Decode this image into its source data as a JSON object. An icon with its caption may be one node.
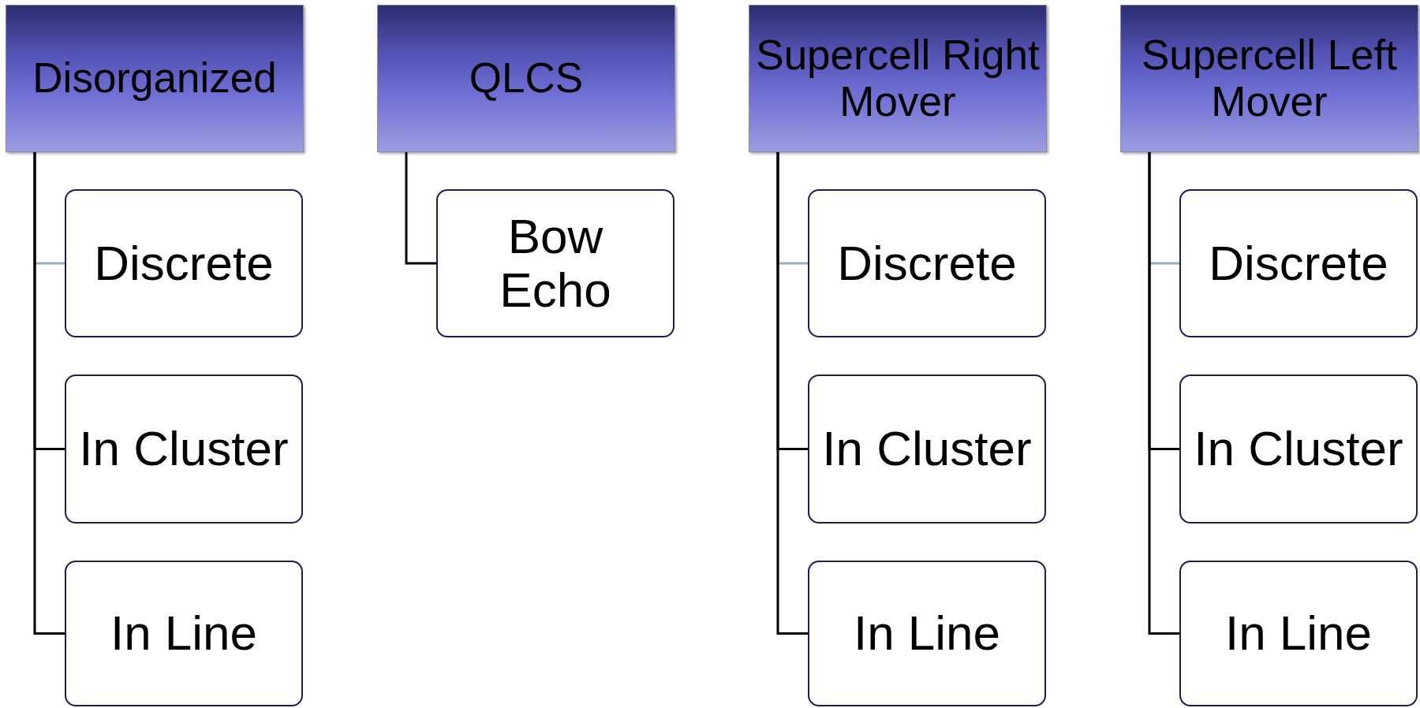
{
  "diagram": {
    "nodes": [
      {
        "text": [
          "Disorganized"
        ]
      },
      {
        "text": [
          "Discrete"
        ]
      },
      {
        "text": [
          "In Cluster"
        ]
      },
      {
        "text": [
          "In Line"
        ]
      },
      {
        "text": [
          "QLCS"
        ]
      },
      {
        "text": [
          "Bow Echo"
        ]
      },
      {
        "text": [
          "Supercell Right Mover"
        ]
      },
      {
        "text": [
          "Discrete"
        ]
      },
      {
        "text": [
          "In Cluster"
        ]
      },
      {
        "text": [
          "In Line"
        ]
      },
      {
        "text": [
          "Supercell Left Mover"
        ]
      },
      {
        "text": [
          "Discrete"
        ]
      },
      {
        "text": [
          "In Cluster"
        ]
      },
      {
        "text": [
          "In Line"
        ]
      }
    ],
    "edges": [
      {
        "from": 0,
        "to": 1,
        "arrow": "none",
        "color": "#95b0b8"
      },
      {
        "from": 0,
        "to": 2,
        "arrow": "none"
      },
      {
        "from": 0,
        "to": 3,
        "arrow": "none"
      },
      {
        "from": 4,
        "to": 5,
        "arrow": "none"
      },
      {
        "from": 6,
        "to": 7,
        "arrow": "none",
        "color": "#95b0b8"
      },
      {
        "from": 6,
        "to": 8,
        "arrow": "none"
      },
      {
        "from": 6,
        "to": 9,
        "arrow": "none"
      },
      {
        "from": 10,
        "to": 11,
        "arrow": "none",
        "color": "#95b0b8"
      },
      {
        "from": 10,
        "to": 12,
        "arrow": "none"
      },
      {
        "from": 10,
        "to": 13,
        "arrow": "none"
      }
    ]
  }
}
